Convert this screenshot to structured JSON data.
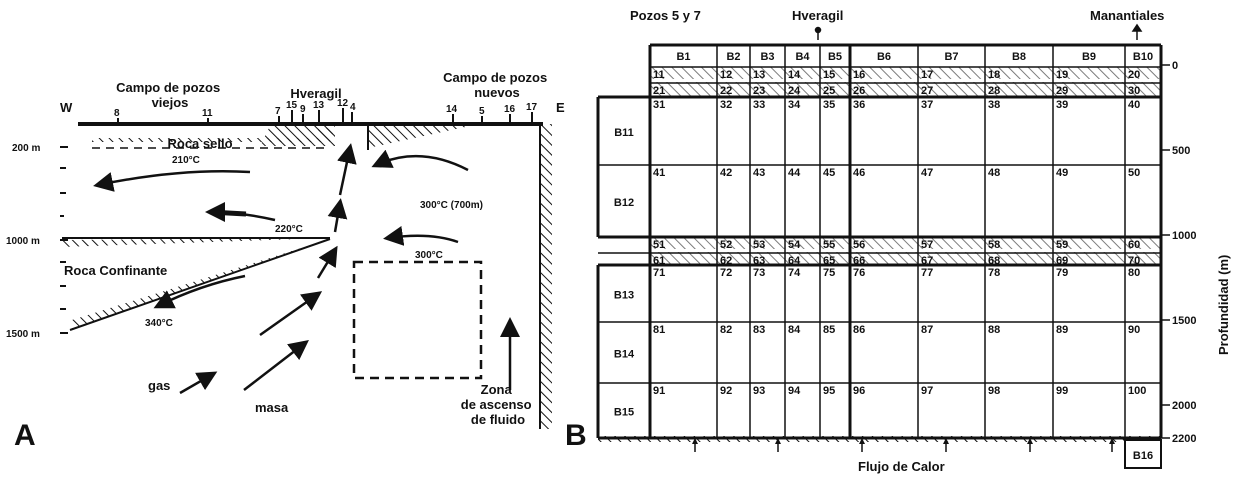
{
  "panel_a": {
    "letter": "A",
    "west": "W",
    "east": "E",
    "old_wells": "Campo de pozos\nviejos",
    "new_wells": "Campo de pozos\nnuevos",
    "hveragil": "Hveragil",
    "seal_rock": "Roca sello",
    "confining_rock": "Roca Confinante",
    "gas": "gas",
    "mass": "masa",
    "upflow_zone": "Zona\nde ascenso\nde fluido",
    "well_labels": [
      "8",
      "11",
      "7",
      "15",
      "9",
      "13",
      "12",
      "4",
      "14",
      "5",
      "16",
      "17"
    ],
    "depths": [
      "200 m",
      "1000 m",
      "1500 m"
    ],
    "temps": [
      "210°C",
      "220°C",
      "300°C (700m)",
      "300°C",
      "340°C"
    ]
  },
  "panel_b": {
    "letter": "B",
    "wells_5_7": "Pozos 5 y 7",
    "hveragil": "Hveragil",
    "springs": "Manantiales",
    "heat_flow": "Flujo de Calor",
    "depth_axis": "Profundidad (m)",
    "depth_ticks": [
      "0",
      "500",
      "1000",
      "1500",
      "2000",
      "2200"
    ],
    "top_blocks": [
      "B1",
      "B2",
      "B3",
      "B4",
      "B5",
      "B6",
      "B7",
      "B8",
      "B9",
      "B10"
    ],
    "side_blocks": [
      "B11",
      "B12",
      "B13",
      "B14",
      "B15"
    ],
    "bottom_block": "B16",
    "rows": [
      [
        "11",
        "12",
        "13",
        "14",
        "15",
        "16",
        "17",
        "18",
        "19",
        "20"
      ],
      [
        "21",
        "22",
        "23",
        "24",
        "25",
        "26",
        "27",
        "28",
        "29",
        "30"
      ],
      [
        "31",
        "32",
        "33",
        "34",
        "35",
        "36",
        "37",
        "38",
        "39",
        "40"
      ],
      [
        "41",
        "42",
        "43",
        "44",
        "45",
        "46",
        "47",
        "48",
        "49",
        "50"
      ],
      [
        "51",
        "52",
        "53",
        "54",
        "55",
        "56",
        "57",
        "58",
        "59",
        "60"
      ],
      [
        "61",
        "62",
        "63",
        "64",
        "65",
        "66",
        "67",
        "68",
        "69",
        "70"
      ],
      [
        "71",
        "72",
        "73",
        "74",
        "75",
        "76",
        "77",
        "78",
        "79",
        "80"
      ],
      [
        "81",
        "82",
        "83",
        "84",
        "85",
        "86",
        "87",
        "88",
        "89",
        "90"
      ],
      [
        "91",
        "92",
        "93",
        "94",
        "95",
        "96",
        "97",
        "98",
        "99",
        "100"
      ]
    ]
  }
}
